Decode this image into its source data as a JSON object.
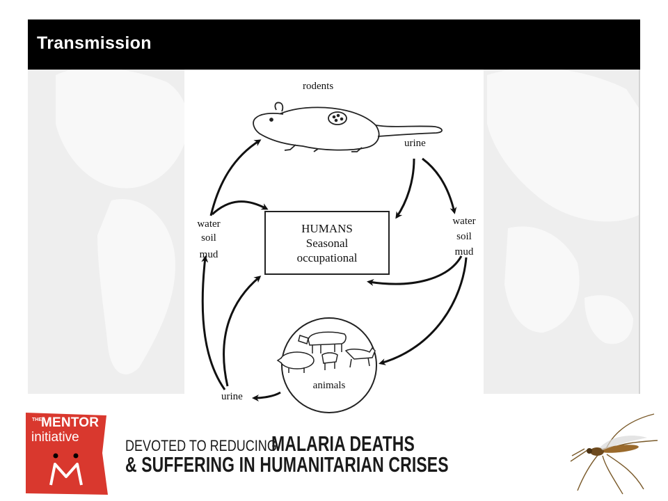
{
  "header": {
    "title": "Transmission"
  },
  "diagram": {
    "rodents": "rodents",
    "urine_top": "urine",
    "left_sources": [
      "water",
      "soil",
      "mud"
    ],
    "right_sources": [
      "water",
      "soil",
      "mud"
    ],
    "humans": [
      "HUMANS",
      "Seasonal",
      "occupational"
    ],
    "animals": "animals",
    "urine_bottom": "urine"
  },
  "footer": {
    "logo": {
      "the": "THE",
      "mentor": "MENTOR",
      "initiative": "initiative",
      "color": "#d9382e"
    },
    "tagline": {
      "part1_thin": "DEVOTED TO REDUCING ",
      "part1_bold": "MALARIA DEATHS",
      "part2_bold": "& SUFFERING IN HUMANITARIAN CRISES"
    }
  }
}
